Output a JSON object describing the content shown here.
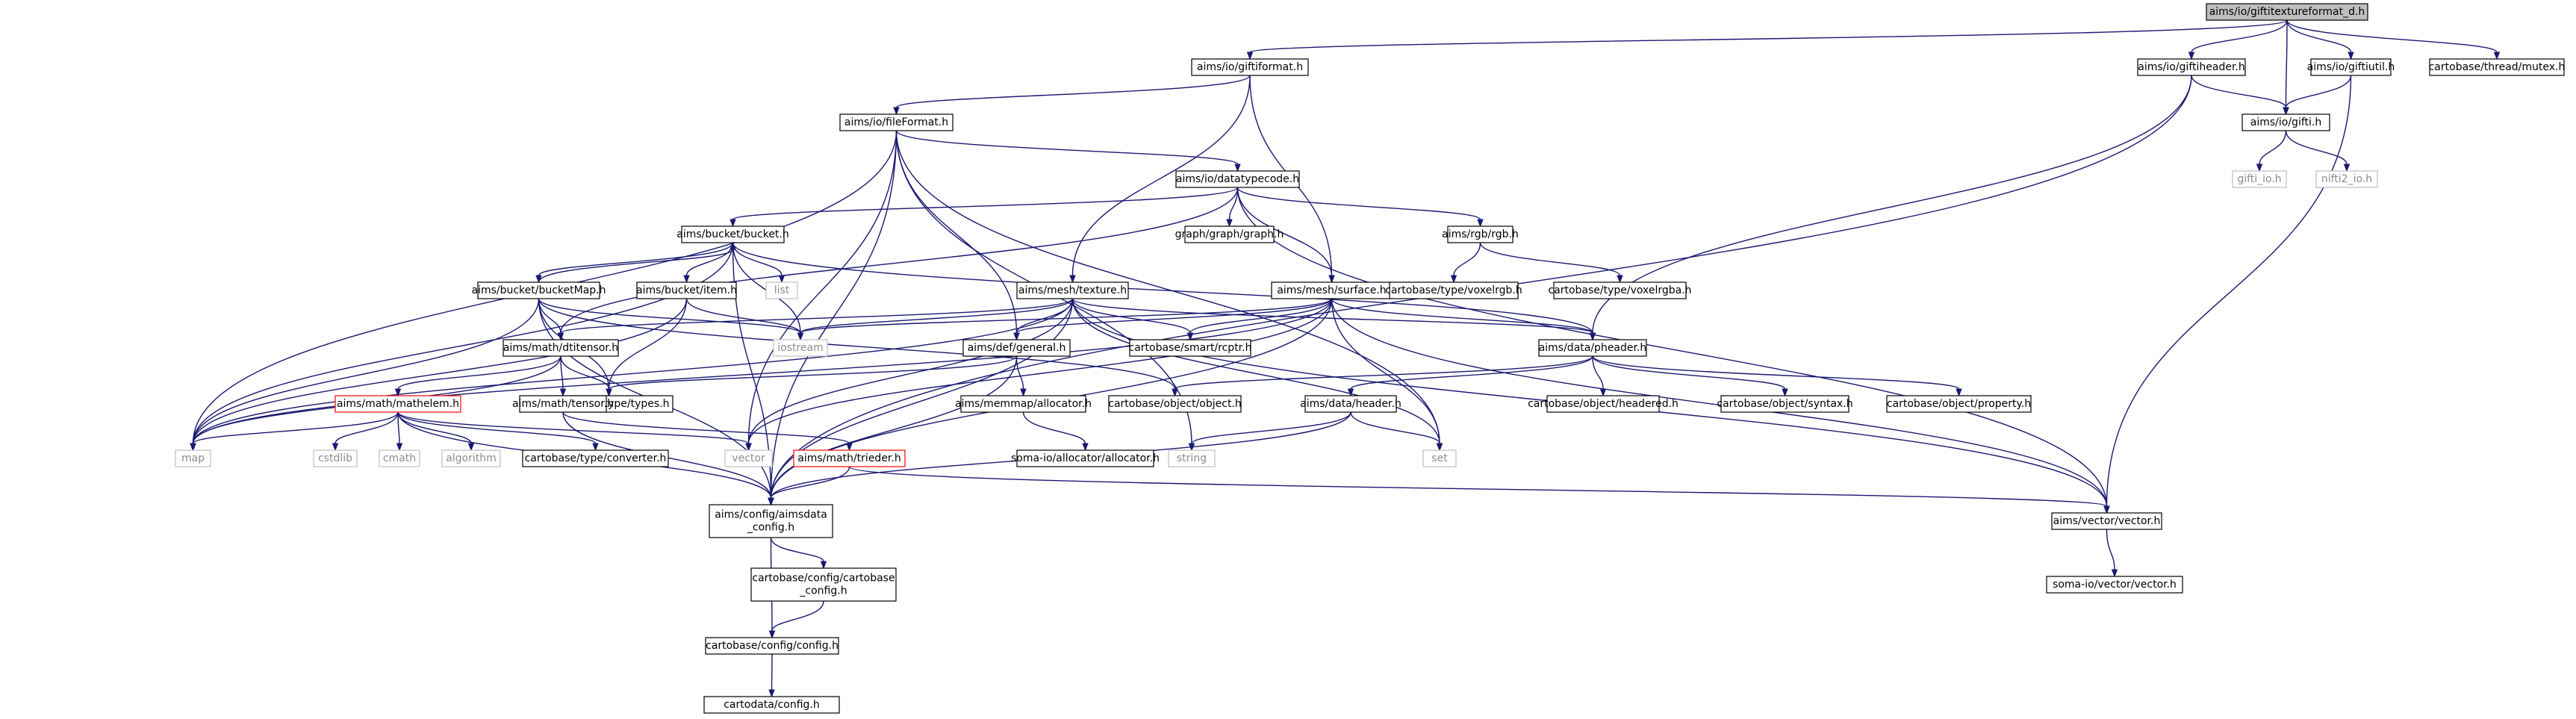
{
  "nodes": {
    "giftitextureformat_d": "aims/io/giftitextureformat_d.h",
    "giftiformat": "aims/io/giftiformat.h",
    "giftiheader": "aims/io/giftiheader.h",
    "gifti_h": "aims/io/gifti.h",
    "giftiutil": "aims/io/giftiutil.h",
    "mutex": "cartobase/thread/mutex.h",
    "fileformat": "aims/io/fileFormat.h",
    "gifti_io": "gifti_io.h",
    "nifti2_io": "nifti2_io.h",
    "datatypecode": "aims/io/datatypecode.h",
    "bucket": "aims/bucket/bucket.h",
    "graph": "graph/graph/graph.h",
    "rgb": "aims/rgb/rgb.h",
    "bucketmap": "aims/bucket/bucketMap.h",
    "item": "aims/bucket/item.h",
    "list": "list",
    "texture": "aims/mesh/texture.h",
    "surface": "aims/mesh/surface.h",
    "voxelrgb": "cartobase/type/voxelrgb.h",
    "voxelrgba": "cartobase/type/voxelrgba.h",
    "iostream": "iostream",
    "rcptr": "cartobase/smart/rcptr.h",
    "dtitensor": "aims/math/dtitensor.h",
    "general": "aims/def/general.h",
    "pheader": "aims/data/pheader.h",
    "types": "cartobase/type/types.h",
    "object": "cartobase/object/object.h",
    "mathelem": "aims/math/mathelem.h",
    "tensor": "aims/math/tensor.h",
    "allocator": "aims/memmap/allocator.h",
    "header": "aims/data/header.h",
    "headered": "cartobase/object/headered.h",
    "syntax": "cartobase/object/syntax.h",
    "property": "cartobase/object/property.h",
    "map": "map",
    "cstdlib": "cstdlib",
    "cmath": "cmath",
    "algorithm": "algorithm",
    "converter": "cartobase/type/converter.h",
    "vector_std": "vector",
    "trieder": "aims/math/trieder.h",
    "soma_allocator": "soma-io/allocator/allocator.h",
    "string": "string",
    "set": "set",
    "aimsdata_config": [
      "aims/config/aimsdata",
      "_config.h"
    ],
    "aims_vector": "aims/vector/vector.h",
    "cartobase_config_cartobase": [
      "cartobase/config/cartobase",
      "_config.h"
    ],
    "soma_vector": "soma-io/vector/vector.h",
    "cartobase_config": "cartobase/config/config.h",
    "cartodata_config": "cartodata/config.h"
  },
  "colors": {
    "edge": "#191970",
    "node_border": "#000000",
    "node_fill": "#ffffff",
    "root_fill": "#bfbfbf",
    "truncated_border": "#ff0000",
    "external_border": "#bfbfbf",
    "external_text": "#8c8c8c"
  }
}
